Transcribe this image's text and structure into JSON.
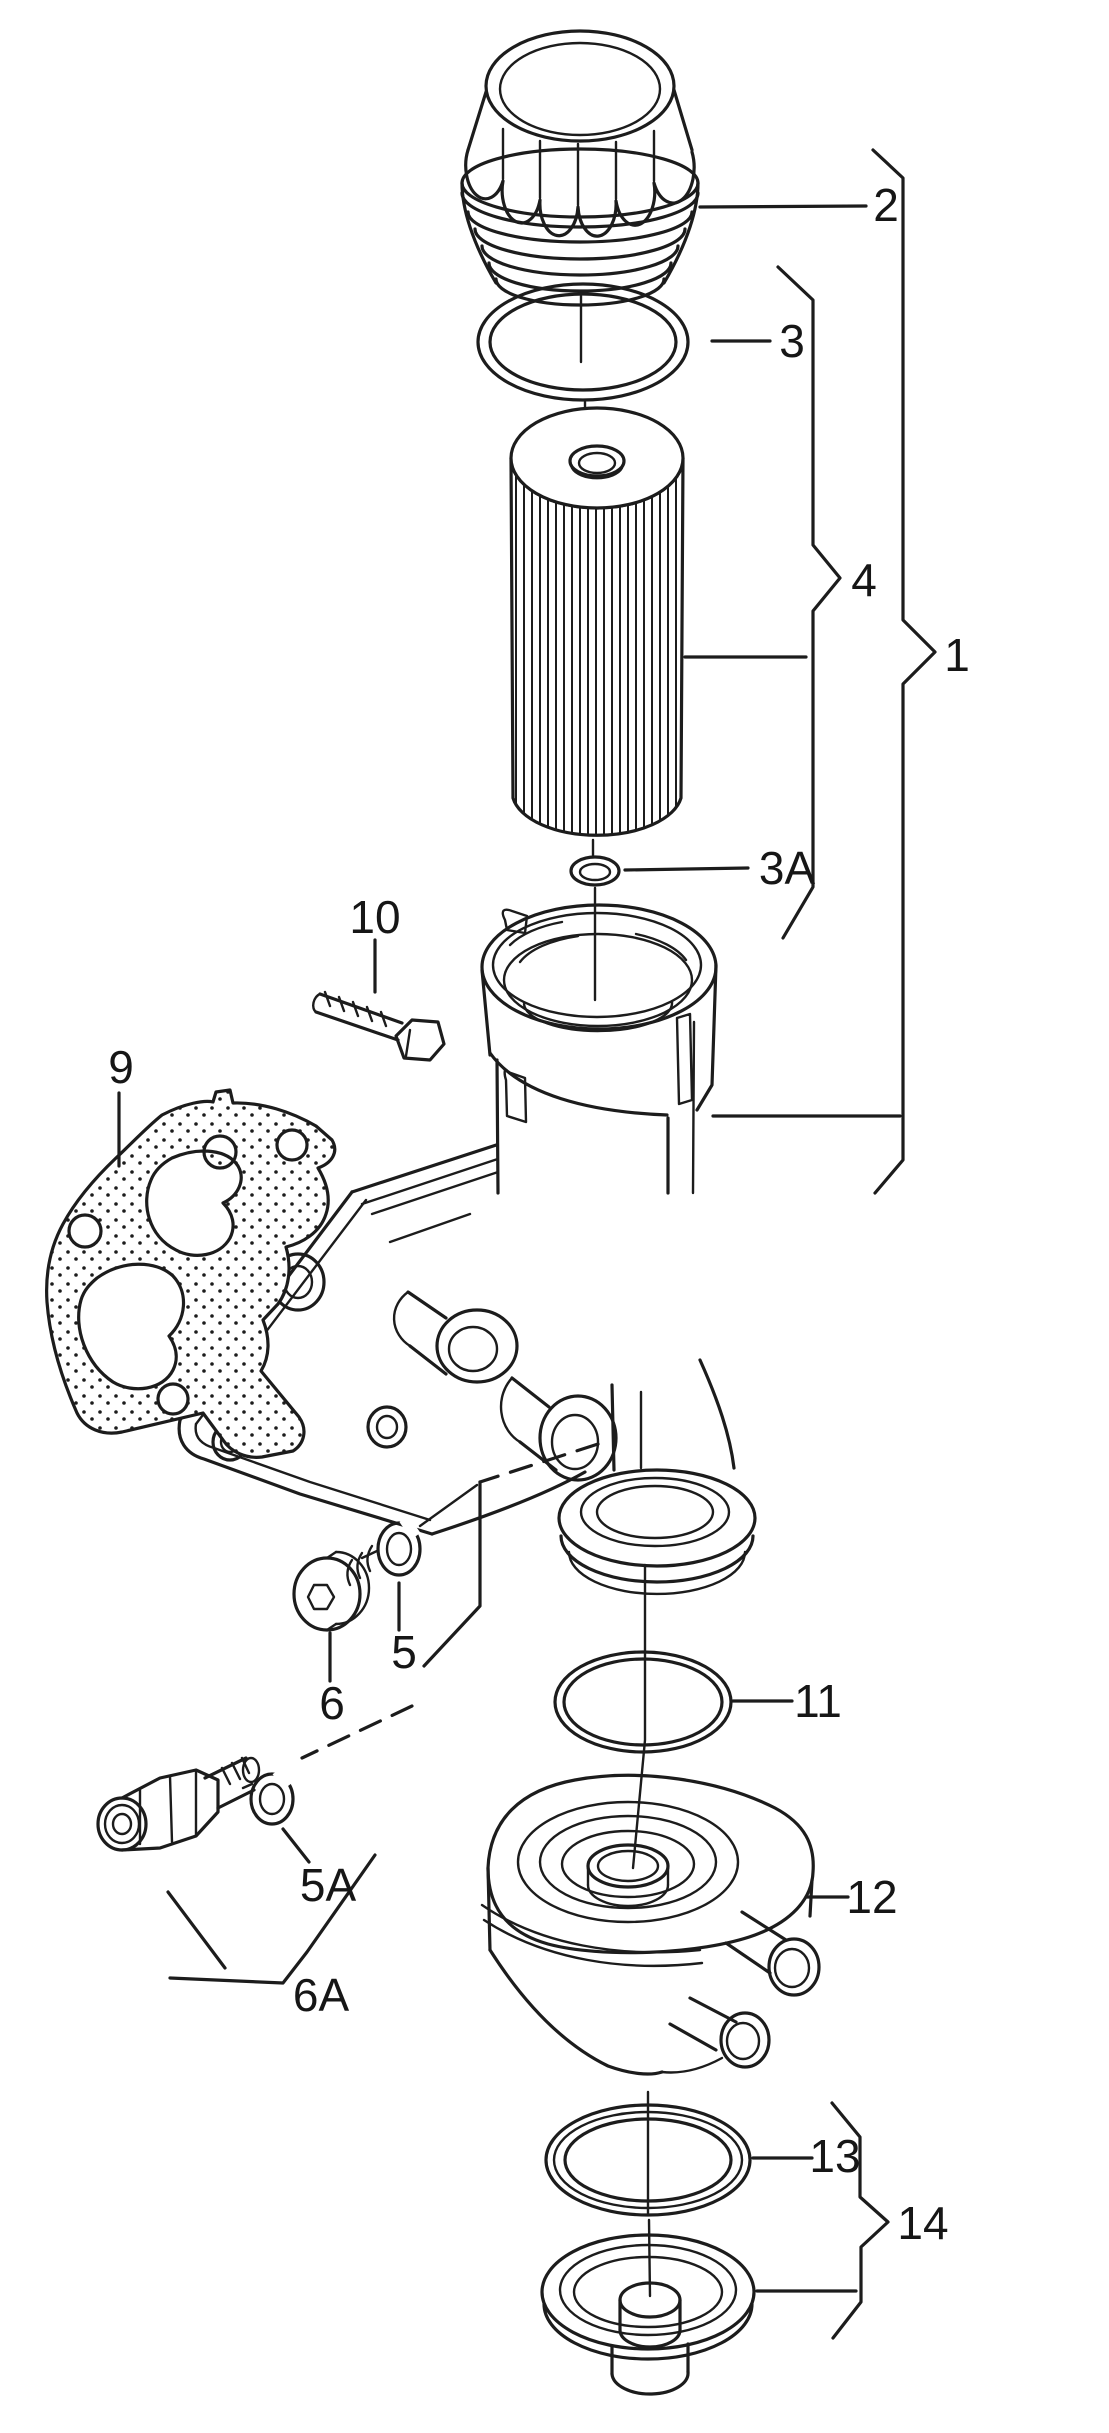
{
  "figure": {
    "type": "exploded-parts-diagram",
    "style": "black-and-white line art",
    "background_color": "#ffffff",
    "line_color": "#1c1c1c",
    "label_color": "#161616"
  },
  "callouts": {
    "1": "1",
    "2": "2",
    "3": "3",
    "3A": "3A",
    "4": "4",
    "5": "5",
    "5A": "5A",
    "6": "6",
    "6A": "6A",
    "9": "9",
    "10": "10",
    "11": "11",
    "12": "12",
    "13": "13",
    "14": "14"
  }
}
